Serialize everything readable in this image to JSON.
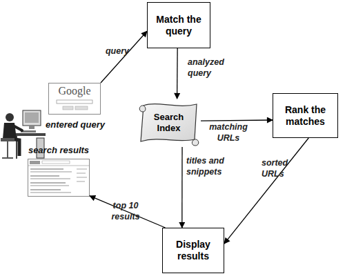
{
  "diagram": {
    "nodes": [
      {
        "text": [
          "Match the query"
        ]
      },
      {
        "text": [
          "Google",
          "entered query"
        ]
      },
      {
        "text": [
          "Search Index"
        ]
      },
      {
        "text": [
          "Rank the matches"
        ]
      },
      {
        "text": [
          "search results"
        ]
      },
      {
        "text": [
          "Display results"
        ]
      }
    ],
    "edges": [
      {
        "from": 1,
        "to": 0,
        "label": "query",
        "arrow": "to"
      },
      {
        "from": 0,
        "to": 2,
        "label": "analyzed query",
        "arrow": "to"
      },
      {
        "from": 2,
        "to": 3,
        "label": "matching URLs",
        "arrow": "to"
      },
      {
        "from": 2,
        "to": 5,
        "label": "titles and snippets",
        "arrow": "to"
      },
      {
        "from": 3,
        "to": 5,
        "label": "sorted URLs",
        "arrow": "to"
      },
      {
        "from": 5,
        "to": 4,
        "label": "top 10 results",
        "arrow": "to"
      }
    ]
  }
}
